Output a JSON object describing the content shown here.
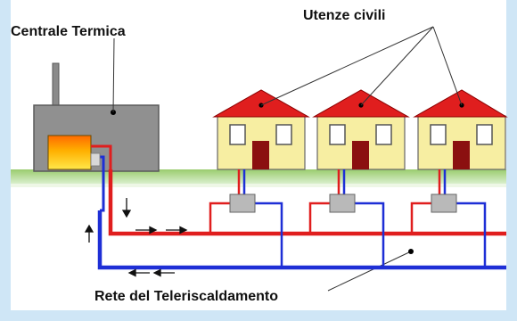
{
  "labels": {
    "plant": "Centrale Termica",
    "users": "Utenze civili",
    "network": "Rete del Teleriscaldamento"
  },
  "colors": {
    "background": "#ffffff",
    "frame": "#cfe6f6",
    "ground": "#8fc466",
    "plant_building": "#909090",
    "boiler": "#f2a400",
    "house_wall": "#f7eea2",
    "roof": "#e01e1e",
    "door": "#8b1010",
    "window": "#ffffff",
    "substation": "#b9b9b9",
    "supply_pipe": "#e01e1e",
    "return_pipe": "#1e2fd6",
    "leader_line": "#333333"
  },
  "icons": {
    "plant": "factory-icon",
    "house": "house-icon",
    "substation": "heat-exchanger-icon",
    "flow_arrow": "arrow-icon"
  }
}
